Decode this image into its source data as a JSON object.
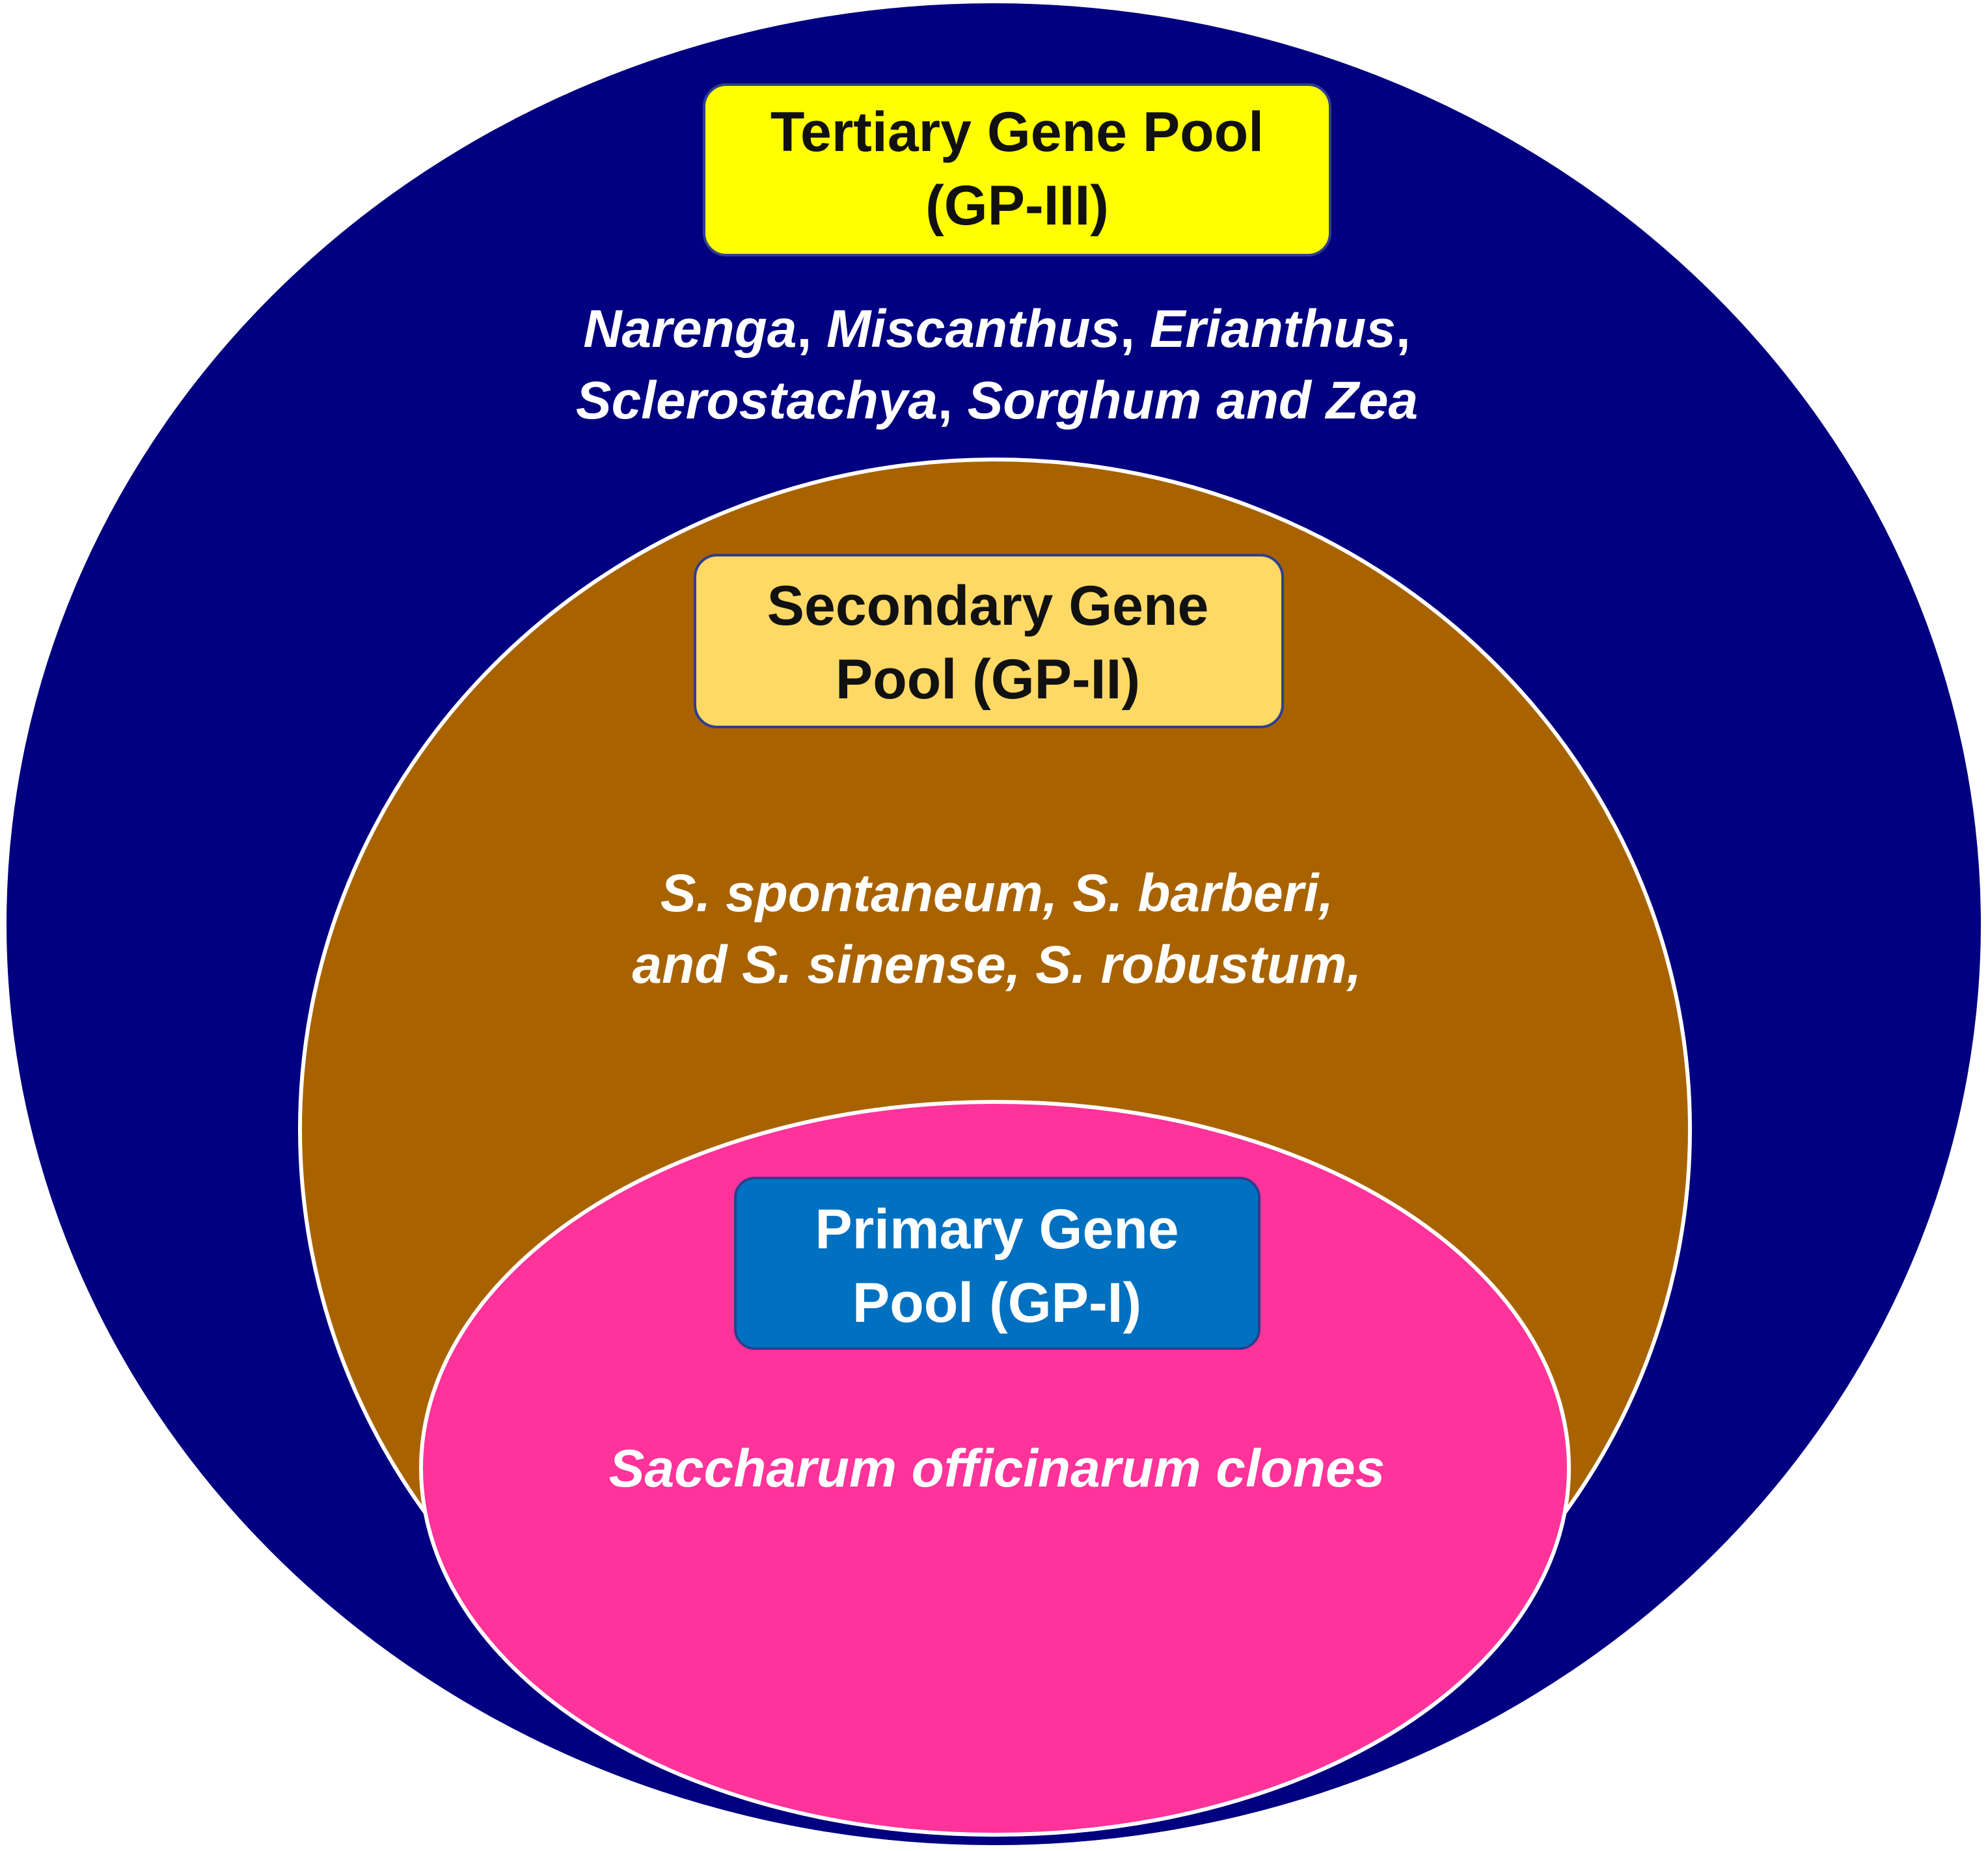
{
  "colors": {
    "tertiary_fill": "#000080",
    "secondary_fill": "#A86300",
    "primary_fill": "#FF3399",
    "tertiary_box": "#FFFF00",
    "secondary_box": "#FFD966",
    "primary_box": "#0070C0",
    "outline": "#ffffff"
  },
  "tertiary": {
    "title_line1": "Tertiary Gene Pool",
    "title_line2": "(GP-III)",
    "members_line1": [
      {
        "text": "Narenga",
        "italic": true
      },
      {
        "text": ", ",
        "italic": false
      },
      {
        "text": "Miscanthus",
        "italic": true
      },
      {
        "text": ", ",
        "italic": false
      },
      {
        "text": "Erianthus",
        "italic": true
      },
      {
        "text": ",",
        "italic": false
      }
    ],
    "members_line2": [
      {
        "text": "Sclerostachya",
        "italic": true
      },
      {
        "text": ", ",
        "italic": false
      },
      {
        "text": "Sorghum and Zea",
        "italic": true
      }
    ]
  },
  "secondary": {
    "title_line1": "Secondary Gene",
    "title_line2": "Pool (GP-II)",
    "members_line1": "S. spontaneum, S. barberi,",
    "members_line2": "and S. sinense, S. robustum,"
  },
  "primary": {
    "title_line1": "Primary Gene",
    "title_line2": "Pool (GP-I)",
    "members_line1": "Saccharum officinarum clones"
  }
}
